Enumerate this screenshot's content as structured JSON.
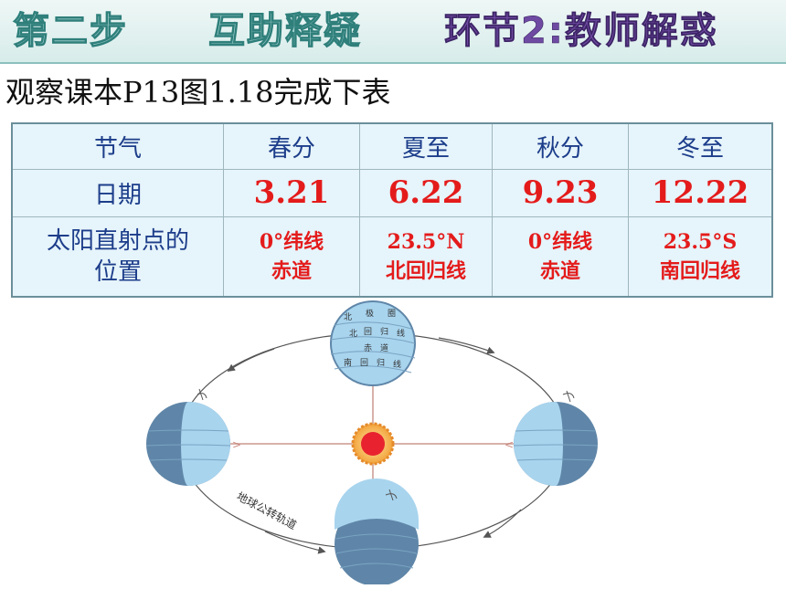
{
  "title": {
    "part1": "第二步",
    "part2": "互助释疑",
    "part3": "环节2:教师解惑"
  },
  "subtitle": "观察课本P13图1.18完成下表",
  "table": {
    "header": [
      "节气",
      "春分",
      "夏至",
      "秋分",
      "冬至"
    ],
    "date_label": "日期",
    "dates": [
      "3.21",
      "6.22",
      "9.23",
      "12.22"
    ],
    "position_label_line1": "太阳直射点的",
    "position_label_line2": "位置",
    "positions": [
      {
        "line1": "0°纬线",
        "line2": "赤道"
      },
      {
        "line1": "23.5°N",
        "line2": "北回归线"
      },
      {
        "line1": "0°纬线",
        "line2": "赤道"
      },
      {
        "line1": "23.5°S",
        "line2": "南回归线"
      }
    ]
  },
  "diagram": {
    "top_globe_labels": [
      "北",
      "极",
      "圈",
      "北",
      "回",
      "归",
      "线",
      "赤",
      "道",
      "南",
      "回",
      "归",
      "线"
    ],
    "orbit_label": "地球公转轨道"
  },
  "colors": {
    "date_red": "#e41b1b",
    "header_blue": "#1c3d8a",
    "table_bg": "#e6f4fb",
    "globe_dark": "#5f86a8",
    "globe_light": "#a8d4ee",
    "sun": "#e8232f"
  }
}
